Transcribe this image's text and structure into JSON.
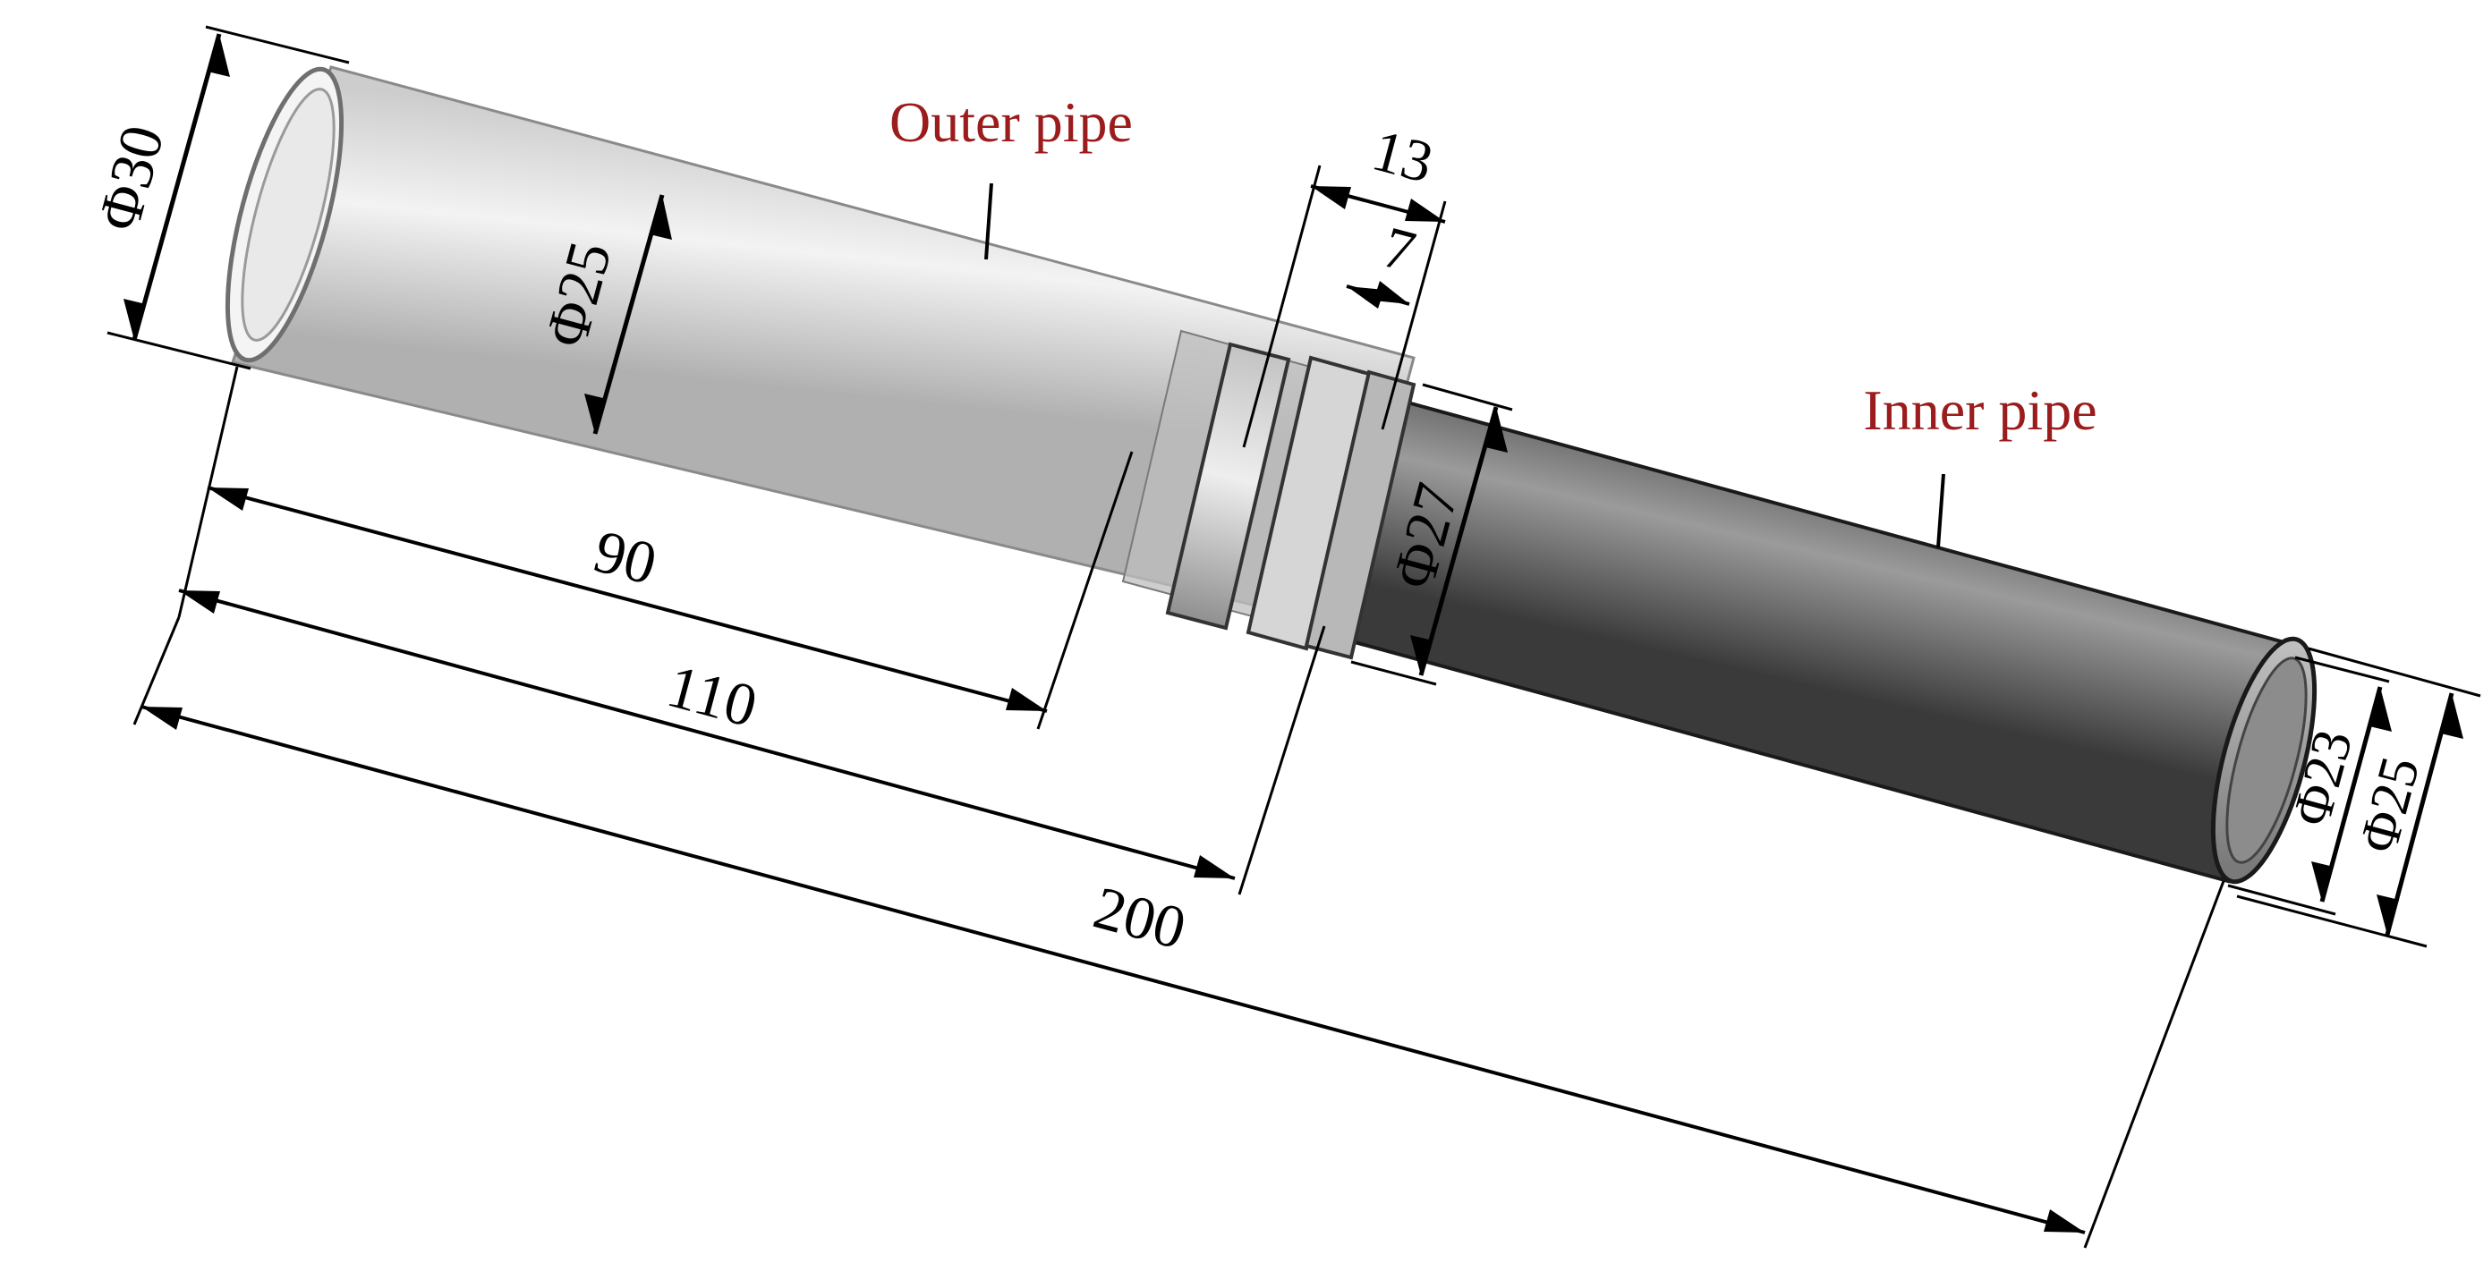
{
  "labels": {
    "outer_pipe": "Outer pipe",
    "inner_pipe": "Inner pipe"
  },
  "dimensions": {
    "outer_pipe_outer_diameter": "Φ30",
    "outer_pipe_inner_diameter": "Φ25",
    "inner_pipe_collar_diameter": "Φ27",
    "inner_pipe_inner_diameter": "Φ23",
    "inner_pipe_outer_diameter": "Φ25",
    "length_90": "90",
    "length_110": "110",
    "total_length": "200",
    "collar_width_13": "13",
    "collar_width_7": "7"
  },
  "colors": {
    "callout": "#9b1c1c",
    "dimension": "#000000",
    "outer_pipe_fill": "#e6e6e6",
    "inner_pipe_fill": "#5a5a5a"
  }
}
